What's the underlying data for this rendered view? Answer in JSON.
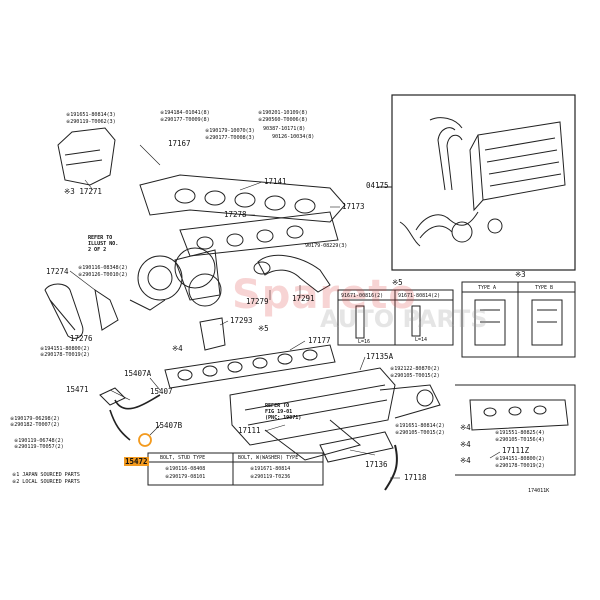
{
  "refs": {
    "r1": "※191651-80814(3)",
    "r2": "※290119-T0062(3)",
    "r3": "※194184-01041(8)",
    "r4": "※290177-T0009(8)",
    "r5": "※190201-10109(8)",
    "r6": "※290560-T0006(8)",
    "r7": "90387-10171(8)",
    "r8": "※190179-10070(3)",
    "r9": "※290177-T0008(3)",
    "r10": "90126-10034(8)",
    "r11": "90179-08229(3)",
    "r12": "※190116-08348(2)",
    "r13": "※290126-T0010(2)",
    "r14": "※194151-80800(2)",
    "r15": "※290178-T0019(2)",
    "r16": "※190179-06298(2)",
    "r17": "※290182-T0007(2)",
    "r18": "※190119-06748(2)",
    "r19": "※290119-T0057(2)",
    "r20": "※192122-80870(2)",
    "r21": "※290105-T0015(2)",
    "r22": "※191651-80814(2)",
    "r23": "※290105-T0015(2)",
    "r24": "※191551-80825(4)",
    "r25": "※290105-T0156(4)",
    "r26": "※194151-80800(2)",
    "r27": "※290178-T0019(2)"
  },
  "parts": {
    "p17167": "17167",
    "p17271": "※3 17271",
    "p17141": "17141",
    "p17173": "17173",
    "p17278": "17278",
    "p04175": "04175",
    "p17274": "17274",
    "p17276": "17276",
    "p17279": "17279",
    "p17291": "17291",
    "p17293": "17293",
    "p17177": "17177",
    "p17135a": "17135A",
    "p15407a": "15407A",
    "p15471": "15471",
    "p15407": "15407",
    "p15407b": "15407B",
    "p15472": "15472",
    "p17111": "17111",
    "p17136": "17136",
    "p17118": "17118",
    "p17111z": "17111Z"
  },
  "notes": {
    "refer1": "REFER TO\nILLUST NO.\n2 OF 2",
    "refer2": "REFER TO\nFIG 19-01\n(PNC: 19871)",
    "star5": "※5",
    "star4": "※4",
    "star3": "※3",
    "star5b": "※5",
    "star4b": "※4",
    "star4c": "※4",
    "star4d": "※4"
  },
  "table5": {
    "h1": "91671-00816(2)",
    "h2": "91671-80814(2)",
    "l1": "L=16",
    "l2": "L=14"
  },
  "table3": {
    "h1": "TYPE A",
    "h2": "TYPE B"
  },
  "bolt_table": {
    "h1": "BOLT, STUD TYPE",
    "h2": "BOLT, W(WASHER) TYPE",
    "a1": "※190116-08408",
    "a2": "※290179-08101",
    "b1": "※191671-80814",
    "b2": "※290119-T0236"
  },
  "legend": {
    "l1": "※1 JAPAN SOURCED PARTS",
    "l2": "※2 LOCAL SOURCED PARTS"
  },
  "figure_code": "174011K",
  "watermark": {
    "w1": "Spareto",
    "w2": "AUTO PARTS"
  },
  "colors": {
    "highlight": "#f39a1e"
  }
}
